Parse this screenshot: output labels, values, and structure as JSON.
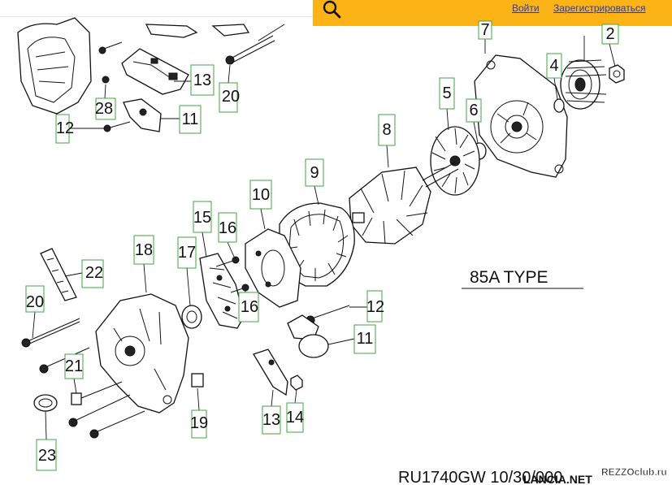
{
  "header": {
    "search_icon": "search-icon",
    "login_label": "Войти",
    "register_label": "Зарегистрироваться",
    "accent_color": "#fcb316",
    "link_color": "#2a3bb0"
  },
  "diagram": {
    "type_label": "85A TYPE",
    "footer_code": "RU1740GW  10/30/000",
    "watermark_1": "LANCIA.NET",
    "watermark_2": "REZZOclub.ru",
    "callouts": [
      "7",
      "2",
      "4",
      "5",
      "6",
      "8",
      "9",
      "10",
      "13",
      "20",
      "28",
      "11",
      "12",
      "15",
      "16",
      "17",
      "18",
      "22",
      "20",
      "16",
      "12",
      "11",
      "21",
      "13",
      "14",
      "19",
      "23"
    ]
  }
}
